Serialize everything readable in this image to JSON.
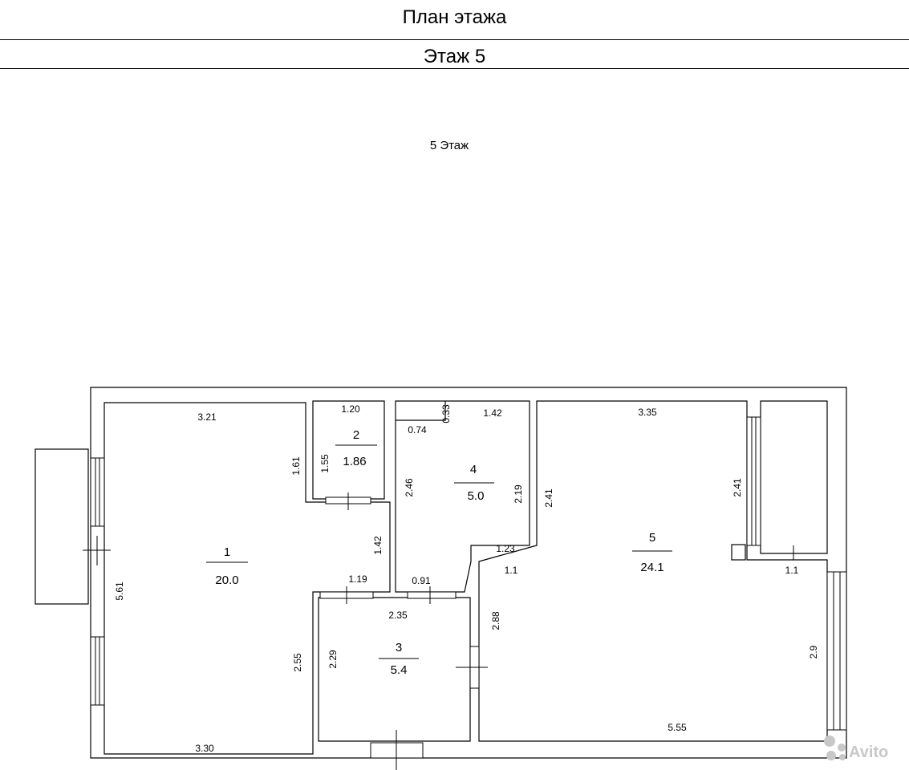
{
  "header": {
    "title": "План этажа"
  },
  "floor": {
    "title": "Этаж 5",
    "caption": "5 Этаж"
  },
  "rooms": [
    {
      "number": "1",
      "area": "20.0"
    },
    {
      "number": "2",
      "area": "1.86"
    },
    {
      "number": "3",
      "area": "5.4"
    },
    {
      "number": "4",
      "area": "5.0"
    },
    {
      "number": "5",
      "area": "24.1"
    }
  ],
  "dimensions": {
    "r1_top": "3.21",
    "r1_bottom": "3.30",
    "r1_left": "5.61",
    "r1_right_upper": "1.61",
    "r1_right_lower": "2.55",
    "r1_notch": "1.42",
    "r2_top": "1.20",
    "r2_left": "1.55",
    "r3_left": "2.29",
    "r3_top": "2.35",
    "r3_seg_a": "1.19",
    "r3_seg_b": "0.91",
    "r4_top": "1.42",
    "r4_niche_w": "0.74",
    "r4_niche_h": "0.33",
    "r4_left": "2.46",
    "r4_right": "2.19",
    "r4_bottom": "1.23",
    "r5_top": "3.35",
    "r5_left_upper": "2.41",
    "r5_left_lower": "2.88",
    "r5_step": "1.1",
    "r5_bottom": "5.55",
    "r5_right": "2.9",
    "r5_closet_h": "2.41",
    "r5_closet_w": "1.1"
  },
  "watermark": {
    "text": "Avito"
  }
}
